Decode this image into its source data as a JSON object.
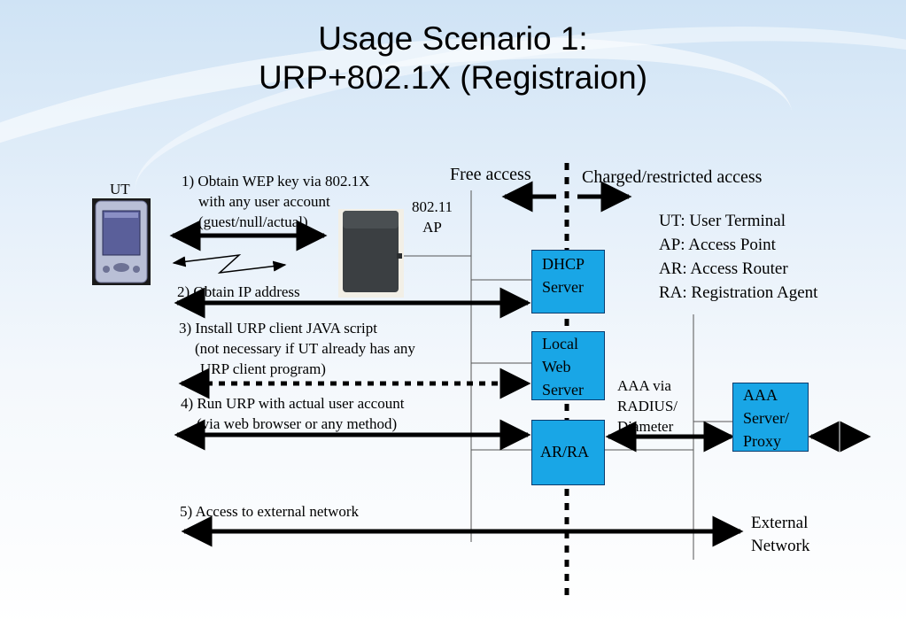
{
  "title": {
    "line1": "Usage Scenario 1:",
    "line2": "URP+802.1X (Registraion)"
  },
  "ut_label": "UT",
  "ap_label": {
    "line1": "802.11",
    "line2": "AP"
  },
  "zones": {
    "free": "Free access",
    "charged": "Charged/restricted access"
  },
  "legend": [
    "UT: User Terminal",
    "AP: Access Point",
    "AR: Access Router",
    "RA: Registration Agent"
  ],
  "steps": {
    "step1": [
      "1) Obtain WEP key via 802.1X",
      "with any user account",
      "(guest/null/actual)"
    ],
    "step2": "2) Obtain IP address",
    "step3": [
      "3) Install URP client JAVA script",
      "(not necessary if UT already has any",
      "URP client program)"
    ],
    "step4": [
      "4) Run URP with actual user account",
      "(via web browser or any method)"
    ],
    "step5": "5) Access to external network"
  },
  "boxes": {
    "dhcp": [
      "DHCP",
      "Server"
    ],
    "web": [
      "Local",
      "Web",
      "Server"
    ],
    "arra": "AR/RA",
    "aaa": [
      "AAA",
      "Server/",
      "Proxy"
    ]
  },
  "aaa_via": [
    "AAA via",
    "RADIUS/",
    "Diameter"
  ],
  "external": [
    "External",
    "Network"
  ],
  "colors": {
    "box_fill": "#19a6e6",
    "arrow": "#000000"
  },
  "icons": [
    "pda-icon",
    "access-point-icon"
  ]
}
